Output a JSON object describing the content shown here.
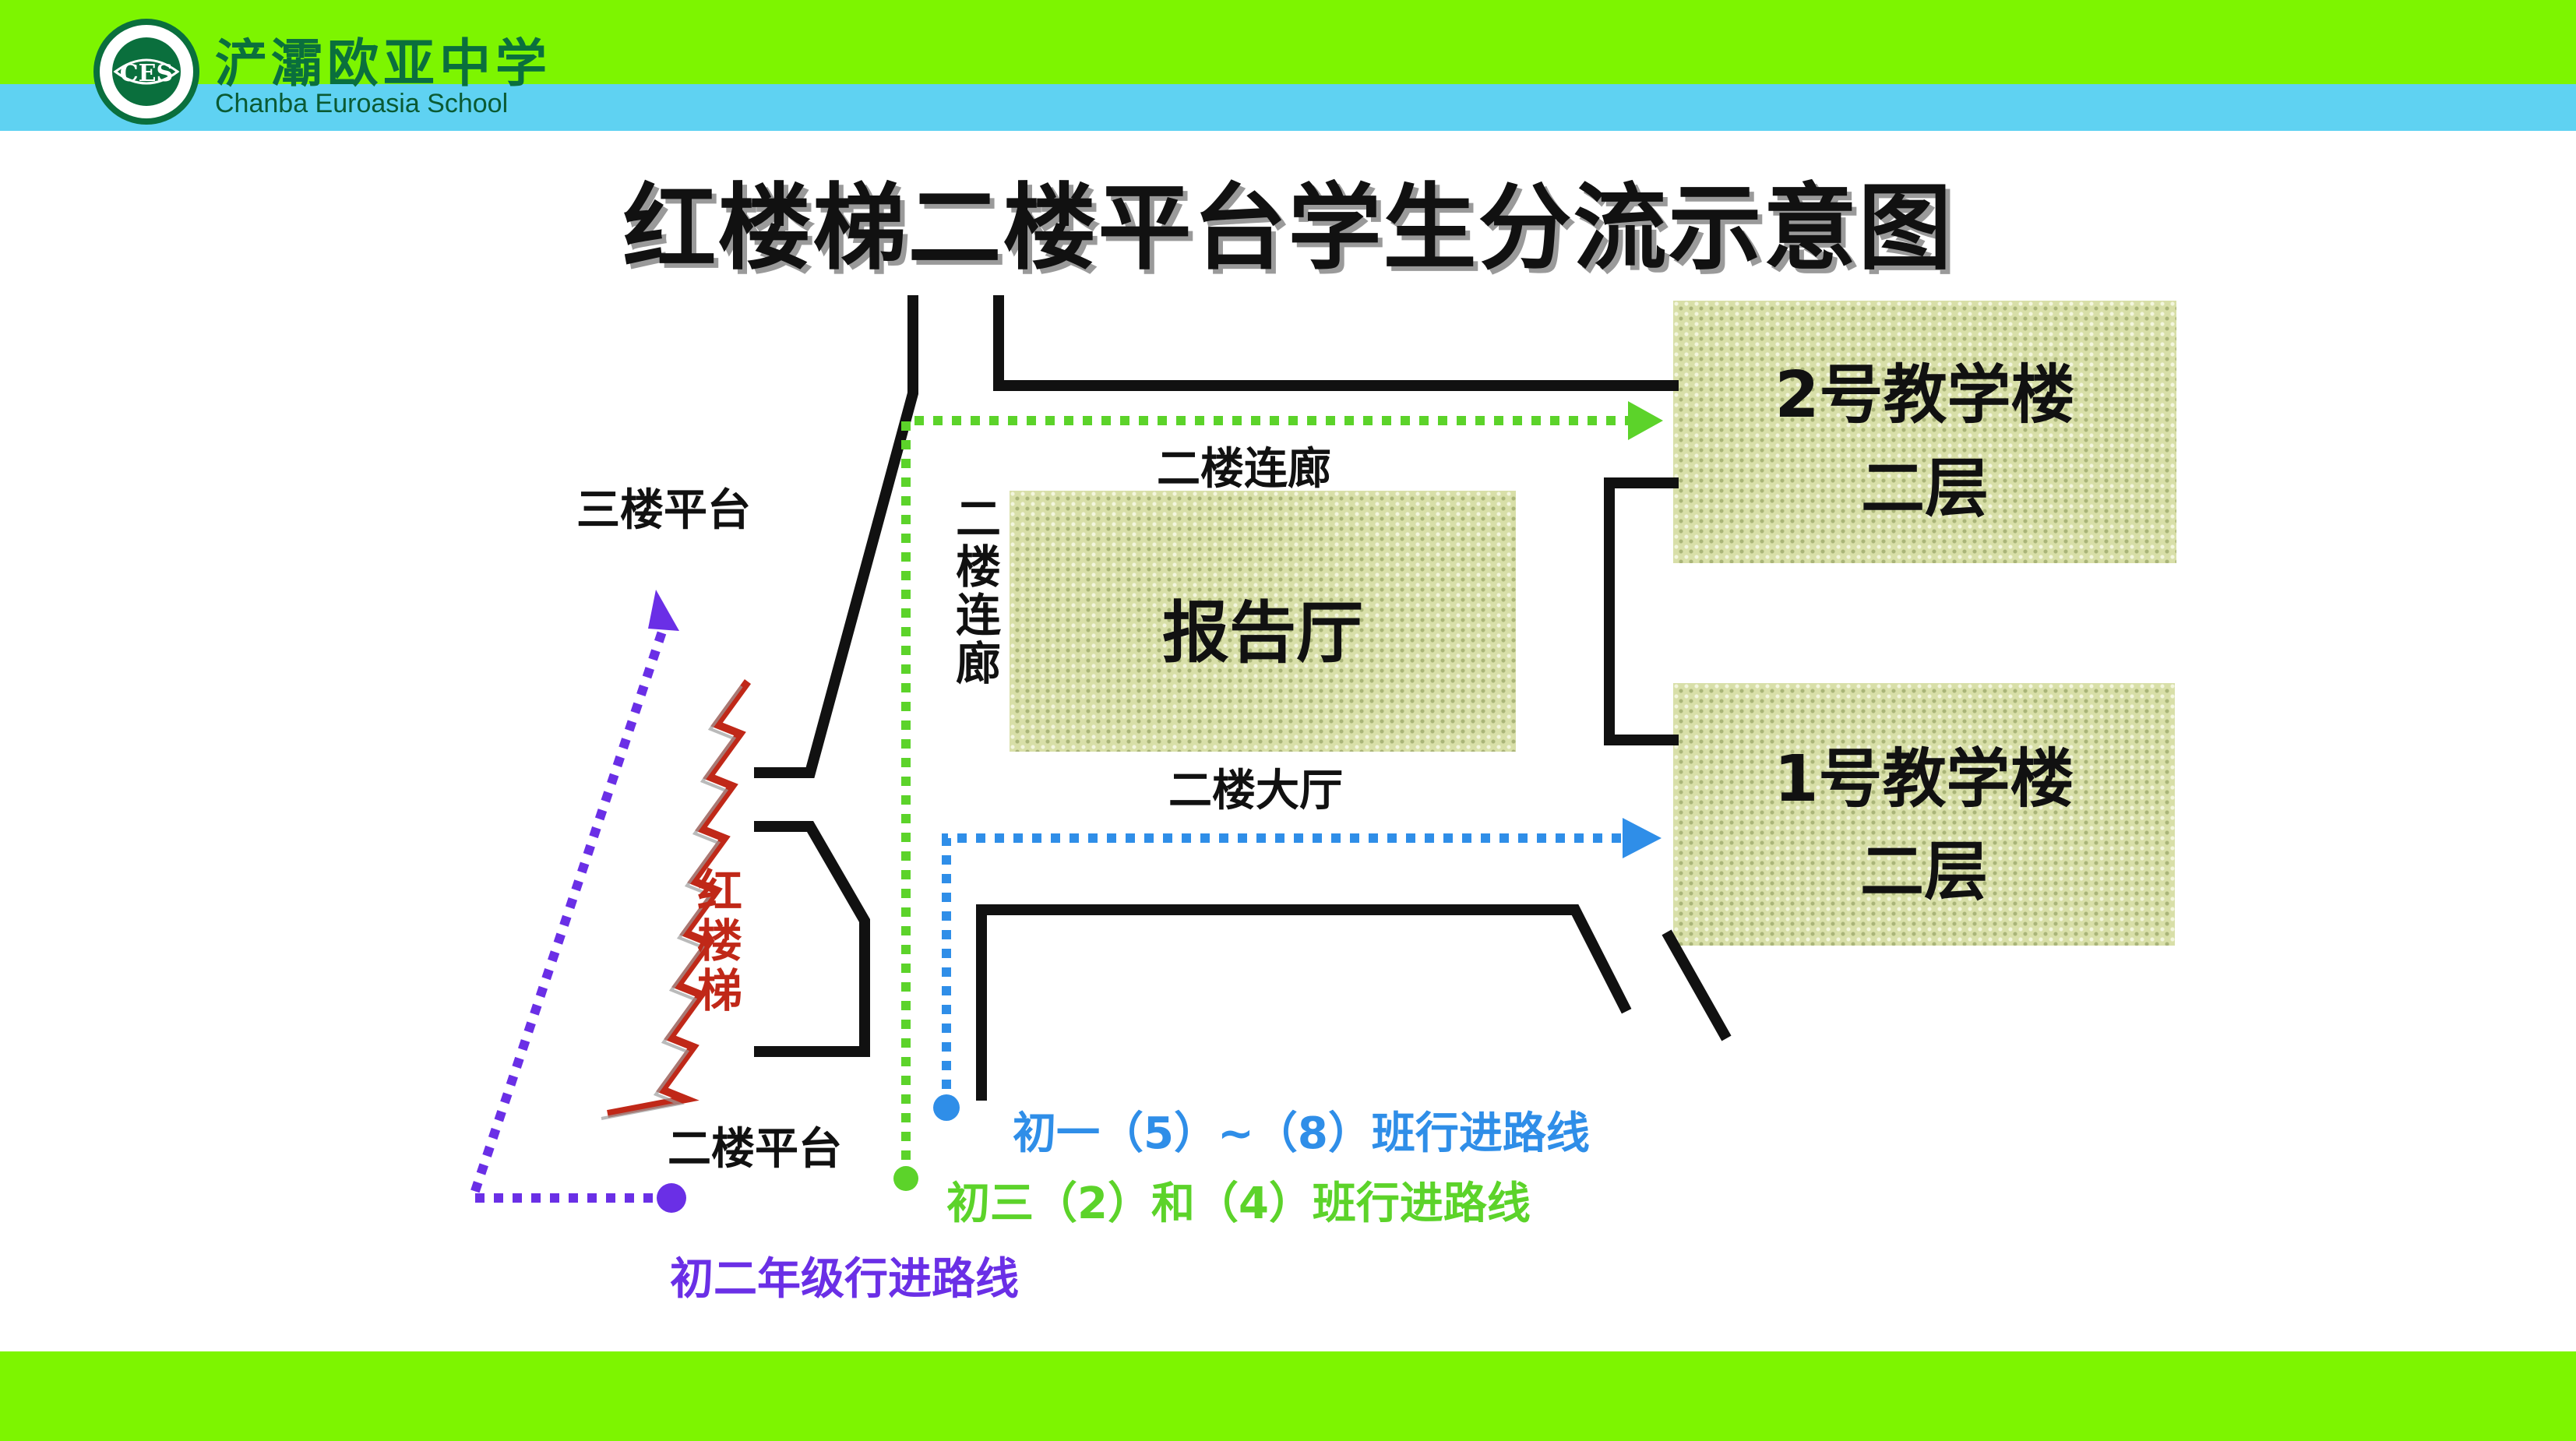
{
  "header": {
    "school_name_cn": "浐灞欧亚中学",
    "school_name_en": "Chanba Euroasia School",
    "logo_text": "CES"
  },
  "title": "红楼梯二楼平台学生分流示意图",
  "blocks": {
    "building_2_line1": "2号教学楼",
    "building_2_line2": "二层",
    "building_1_line1": "1号教学楼",
    "building_1_line2": "二层",
    "hall": "报告厅"
  },
  "labels": {
    "third_floor_platform": "三楼平台",
    "second_floor_platform": "二楼平台",
    "corridor_top": "二楼连廊",
    "corridor_vertical": "二楼连廊",
    "lobby": "二楼大厅",
    "red_stair": "红楼梯"
  },
  "routes": {
    "blue": "初一（5）~（8）班行进路线",
    "green": "初三（2）和（4）班行进路线",
    "purple": "初二年级行进路线"
  },
  "colors": {
    "band_green": "#7df500",
    "band_blue": "#5fd2f2",
    "route_blue": "#2f8ee8",
    "route_green": "#5cd32a",
    "route_purple": "#6a2fe6",
    "stair_red": "#c02818",
    "logo_green": "#0a6f3d"
  }
}
